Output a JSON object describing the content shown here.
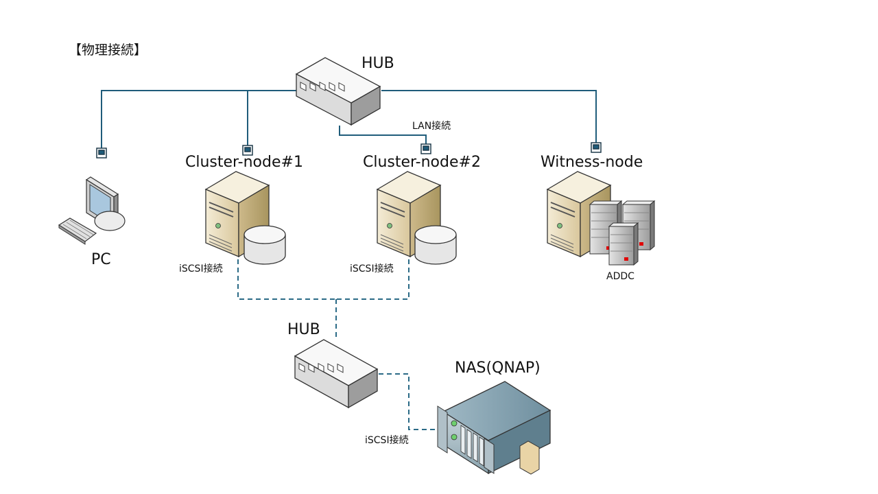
{
  "title": "【物理接続】",
  "colors": {
    "lan_line": "#1f5c7a",
    "iscsi_line": "#2a6a86",
    "server_body": "#e8dcc0",
    "server_dark": "#b9a77c",
    "switch_body": "#f0f0f0",
    "nas_body": "#7f9cab",
    "alert_red": "#e00000"
  },
  "nodes": {
    "hub_top": "HUB",
    "hub_bottom": "HUB",
    "pc": "PC",
    "cluster1": "Cluster-node#1",
    "cluster2": "Cluster-node#2",
    "witness": "Witness-node",
    "addc": "ADDC",
    "nas": "NAS(QNAP)"
  },
  "connections": {
    "lan": "LAN接続",
    "iscsi1": "iSCSI接続",
    "iscsi2": "iSCSI接続",
    "iscsi3": "iSCSI接続"
  },
  "icons": [
    "switch-icon",
    "pc-icon",
    "server-icon",
    "disk-icon",
    "rack-server-icon",
    "nas-icon"
  ]
}
